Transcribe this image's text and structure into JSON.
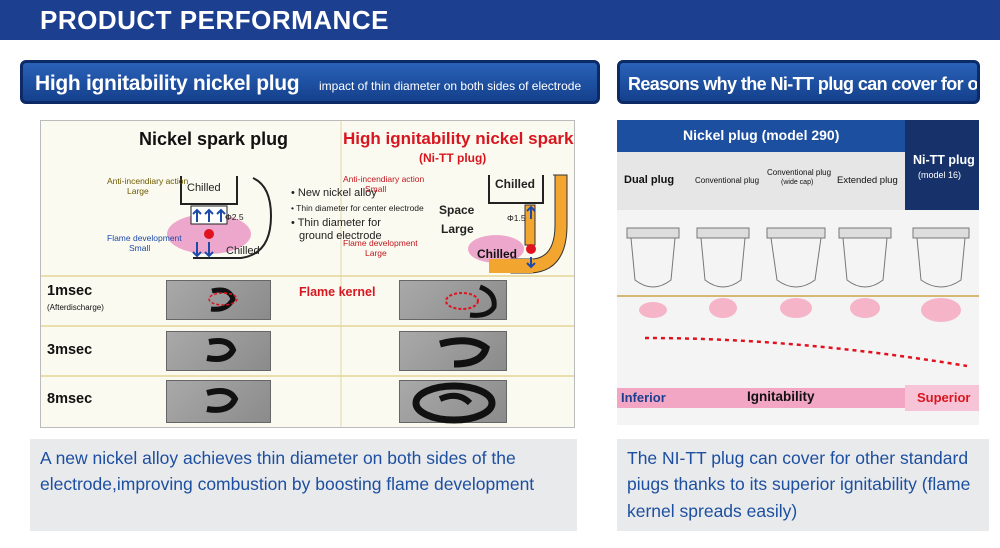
{
  "header": {
    "title": "PRODUCT PERFORMANCE"
  },
  "left_banner": {
    "title": "High ignitability nickel plug",
    "subtitle": "impact of thin diameter on both sides of electrode"
  },
  "right_banner": {
    "title": "Reasons why the Ni-TT plug can cover for other Nickel plugs"
  },
  "left_diagram": {
    "nickel_title": "Nickel spark plug",
    "high_title": "High ignitability nickel spark plug",
    "high_subtitle": "(Ni-TT plug)",
    "left_anti_action": "Anti-incendiary action",
    "left_anti_large": "Large",
    "left_flame_dev": "Flame development",
    "left_flame_small": "Small",
    "left_chilled_top": "Chilled",
    "left_chilled_bottom": "Chilled",
    "left_phi": "Φ2.5",
    "note_1": "• New nickel alloy",
    "note_2": "• Thin diameter for center electrode",
    "note_3": "• Thin diameter for",
    "note_4": "ground electrode",
    "right_anti_action": "Anti-incendiary action",
    "right_anti_small": "Small",
    "right_flame_dev": "Flame development",
    "right_flame_large": "Large",
    "right_chilled_top": "Chilled",
    "right_chilled_bottom": "Chilled",
    "right_space": "Space",
    "right_large": "Large",
    "right_phi": "Φ1.5",
    "flame_kernel": "Flame kernel",
    "rows": [
      {
        "label": "1msec",
        "sub": "(Afterdischarge)"
      },
      {
        "label": "3msec",
        "sub": ""
      },
      {
        "label": "8msec",
        "sub": ""
      }
    ]
  },
  "left_caption": "A new nickel alloy achieves thin diameter on both sides of the electrode,improving combustion by boosting flame development",
  "right_diagram": {
    "group_label": "Nickel plug (model 290)",
    "ni_tt_label": "Ni-TT plug",
    "ni_tt_model": "(model 16)",
    "col_dual": "Dual plug",
    "col_conventional": "Conventional plug",
    "col_conventional_wide": "Conventional plug",
    "col_conventional_wide_sub": "(wide cap)",
    "col_extended": "Extended plug",
    "scale_inferior": "Inferior",
    "scale_label": "Ignitability",
    "scale_superior": "Superior"
  },
  "right_caption": "The NI-TT plug can cover for other standard piugs thanks to its superior ignitability (flame kernel spreads easily)",
  "colors": {
    "header_blue": "#1d3f8f",
    "accent_red": "#d8161f",
    "caption_blue": "#1d4fa0",
    "ignitability_pink": "#f3a6c4",
    "electrode_orange": "#f2a630"
  }
}
